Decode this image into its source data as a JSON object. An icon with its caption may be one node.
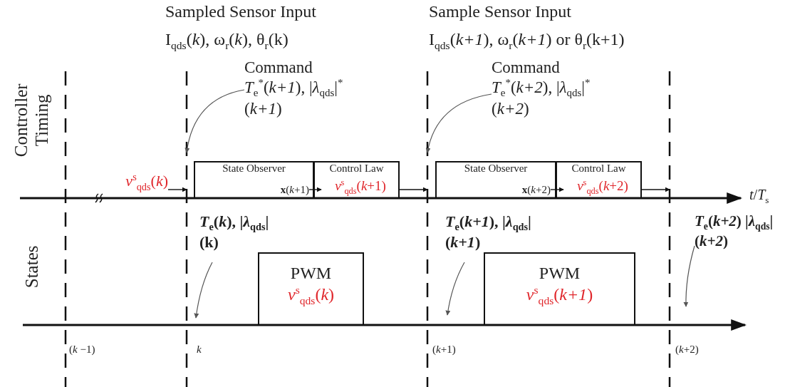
{
  "diagram": {
    "nodes": [
      {
        "text": [
          "*v*$^{s}$$_{qds}$(*k*)"
        ]
      },
      {
        "text": [
          "State Observer"
        ]
      },
      {
        "text": [
          "**x**(*k*+1)"
        ],
        "in": 1
      },
      {
        "text": [
          "Control Law"
        ]
      },
      {
        "text": [
          "*v*$^{s}$$_{qds}$(*k*+1)"
        ],
        "in": 3
      },
      {
        "text": [
          "State Observer"
        ]
      },
      {
        "text": [
          "**x**(*k*+2)"
        ],
        "in": 5
      },
      {
        "text": [
          "Control Law"
        ]
      },
      {
        "text": [
          "*v*$^{s}$$_{qds}$(*k*+2)"
        ],
        "in": 7
      },
      {
        "text": [
          "PWM",
          "*v*$^{s}$$_{qds}$(*k*)"
        ]
      },
      {
        "text": [
          "PWM",
          "*v*$^{s}$$_{qds}$(*k+1*)"
        ]
      },
      {
        "text": [
          "Command",
          "*T*$_{e}$$^{*}$(*k+1*), |*λ*$_{qds}$|$^{*}$(*k+1*)"
        ]
      },
      {
        "text": [
          "Command",
          "*T*$_{e}$$^{*}$(*k+2*), |*λ*$_{qds}$|$^{*}$(*k+2*)"
        ]
      },
      {
        "text": [
          "*T*$_{e}$(*k*), |*λ*$_{qds}$|(k)"
        ]
      },
      {
        "text": [
          "*T*$_{e}$(*k+1*), |*λ*$_{qds}$|(*k+1*)"
        ]
      },
      {
        "text": [
          "*T*$_{e}$(*k+2*) |*λ*$_{qds}$|(*k+2*)"
        ]
      },
      {
        "text": [],
        "shape": "line"
      },
      {
        "text": [],
        "shape": "line"
      },
      {
        "text": [],
        "shape": "line"
      },
      {
        "text": [],
        "shape": "line"
      }
    ],
    "edges": [
      {
        "from": 0,
        "to": 16,
        "arrow": "to"
      },
      {
        "from": 2,
        "to": 4,
        "arrow": "to"
      },
      {
        "from": 4,
        "to": 17,
        "arrow": "to"
      },
      {
        "from": 6,
        "to": 8,
        "arrow": "to"
      },
      {
        "from": 8,
        "to": 18,
        "arrow": "to"
      },
      {
        "from": 11,
        "to": 16,
        "arrow": "to"
      },
      {
        "from": 12,
        "to": 17,
        "arrow": "to"
      },
      {
        "from": 13,
        "to": 19,
        "arrow": "to"
      },
      {
        "from": 14,
        "to": 19,
        "arrow": "to"
      },
      {
        "from": 15,
        "to": 19,
        "arrow": "to"
      }
    ],
    "labels": [
      "Controller Timing",
      "States",
      "Sampled Sensor Input",
      "I$_{qds}$(*k*), ω$_{r}$(*k*), θ$_{r}$(k)",
      "Sample Sensor Input",
      "I$_{qds}$(*k+1*), ω$_{r}$(*k+1*) or θ$_{r}$(k+1)",
      "*t*/*T*$_{s}$",
      "(*k* −1)",
      "*k*",
      "(*k*+1)",
      "(*k*+2)"
    ]
  }
}
